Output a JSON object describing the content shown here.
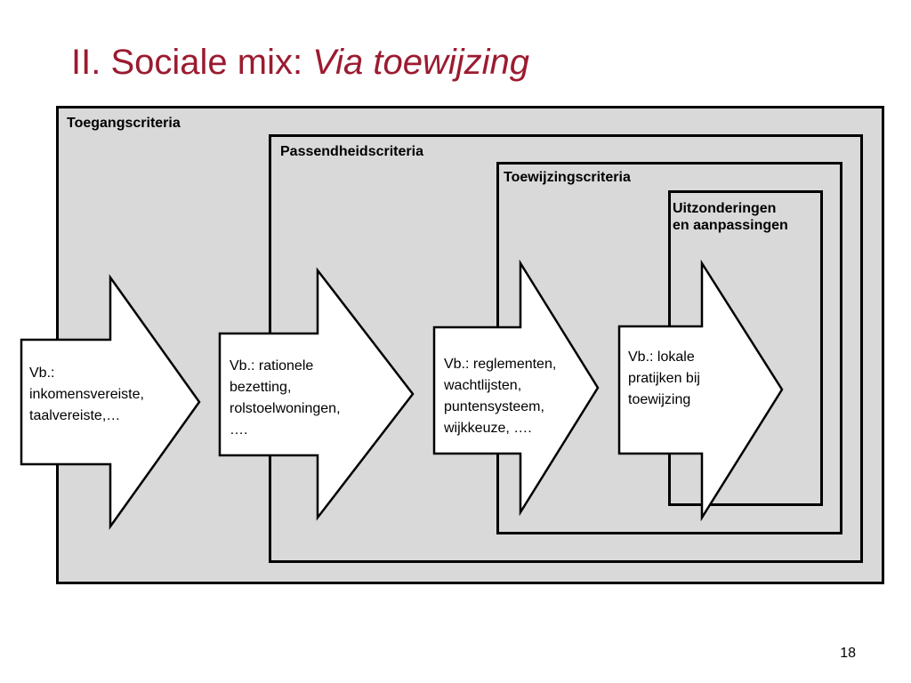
{
  "slide": {
    "title_plain": "II. Sociale mix: ",
    "title_italic": "Via toewijzing",
    "page_number": "18"
  },
  "boxes": [
    {
      "label": "Toegangscriteria"
    },
    {
      "label": "Passendheidscriteria"
    },
    {
      "label": "Toewijzingscriteria"
    },
    {
      "label_lines": [
        "Uitzonderingen",
        "en aanpassingen"
      ]
    }
  ],
  "arrows": [
    {
      "lines": [
        "Vb.:",
        "inkomensvereiste,",
        "taalvereiste,…"
      ]
    },
    {
      "lines": [
        "Vb.: rationele",
        "bezetting,",
        "rolstoelwoningen,",
        "…."
      ]
    },
    {
      "lines": [
        "Vb.: reglementen,",
        "wachtlijsten,",
        "puntensysteem,",
        "wijkkeuze, …."
      ]
    },
    {
      "lines": [
        "Vb.: lokale",
        "pratijken bij",
        "toewijzing"
      ]
    }
  ],
  "colors": {
    "title": "#9b1b30",
    "box_fill": "#d9d9d9",
    "outline": "#000000",
    "arrow_fill": "#ffffff"
  }
}
